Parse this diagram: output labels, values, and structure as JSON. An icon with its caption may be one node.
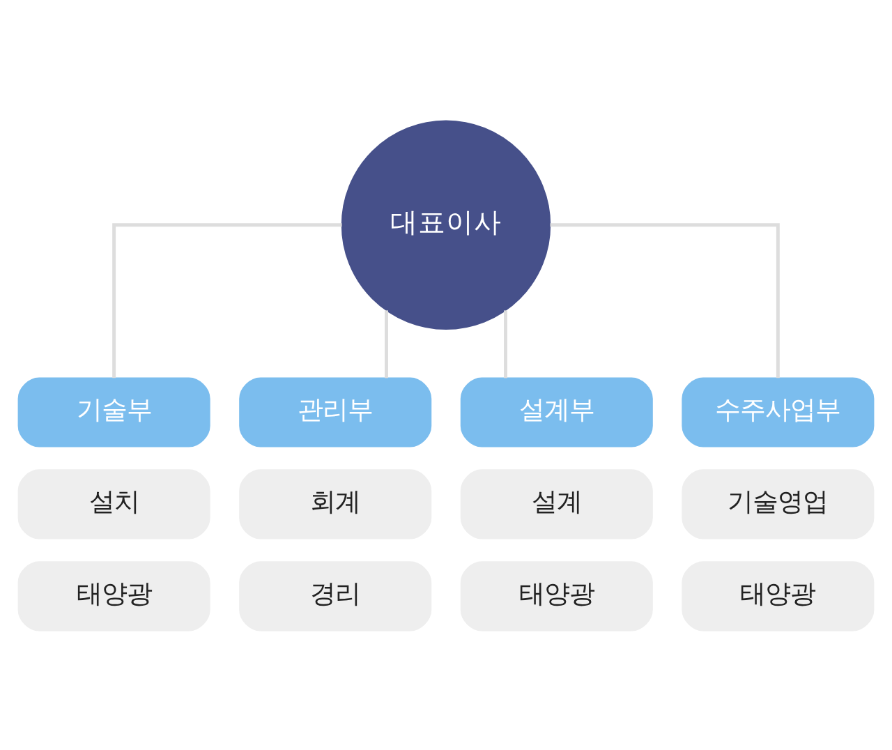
{
  "diagram": {
    "nodes": [
      {
        "text": [
          "대표이사"
        ]
      },
      {
        "text": [
          "기술부"
        ]
      },
      {
        "text": [
          "관리부"
        ]
      },
      {
        "text": [
          "설계부"
        ]
      },
      {
        "text": [
          "수주사업부"
        ]
      },
      {
        "text": [
          "설치"
        ]
      },
      {
        "text": [
          "회계"
        ]
      },
      {
        "text": [
          "설계"
        ]
      },
      {
        "text": [
          "기술영업"
        ]
      },
      {
        "text": [
          "태양광"
        ]
      },
      {
        "text": [
          "경리"
        ]
      },
      {
        "text": [
          "태양광"
        ]
      },
      {
        "text": [
          "태양광"
        ]
      }
    ],
    "edges": [
      {
        "from": 0,
        "to": 1,
        "arrow": "none"
      },
      {
        "from": 0,
        "to": 2,
        "arrow": "none"
      },
      {
        "from": 0,
        "to": 3,
        "arrow": "none"
      },
      {
        "from": 0,
        "to": 4,
        "arrow": "none"
      }
    ]
  }
}
